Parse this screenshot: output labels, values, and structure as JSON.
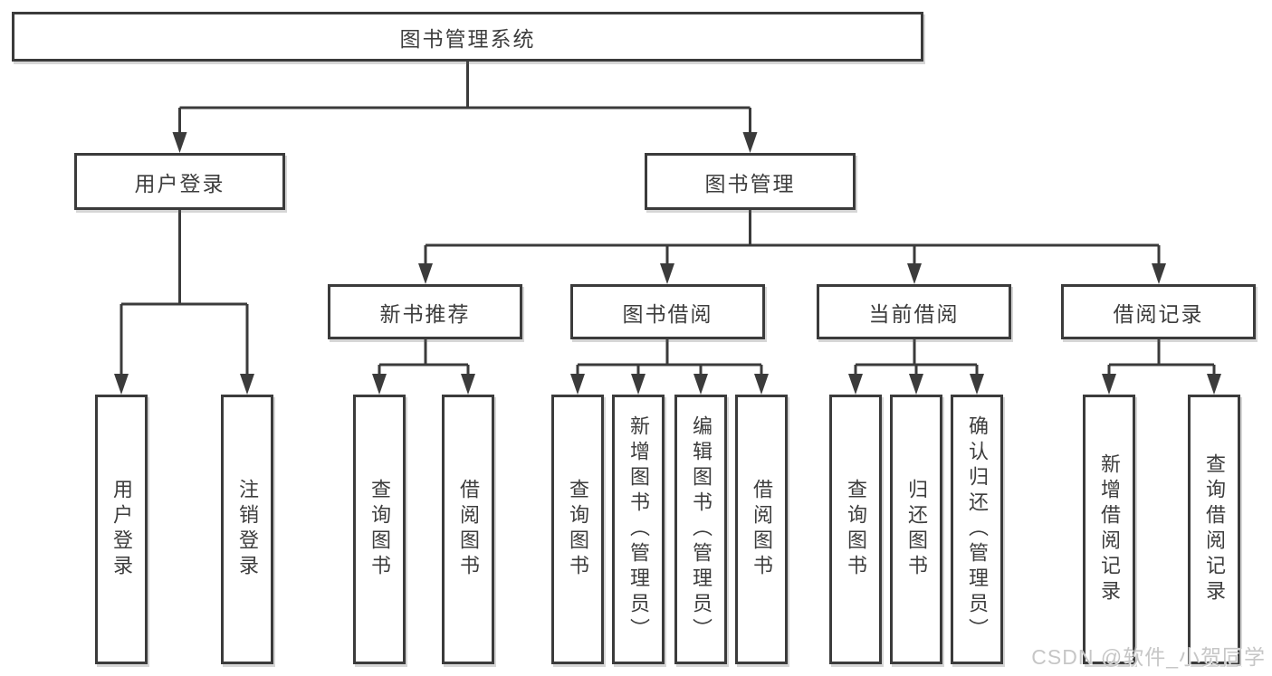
{
  "diagram": {
    "root": {
      "label": "图书管理系统",
      "children": [
        {
          "label": "用户登录",
          "children": [
            {
              "label": "用户登录"
            },
            {
              "label": "注销登录"
            }
          ]
        },
        {
          "label": "图书管理",
          "children": [
            {
              "label": "新书推荐",
              "children": [
                {
                  "label": "查询图书"
                },
                {
                  "label": "借阅图书"
                }
              ]
            },
            {
              "label": "图书借阅",
              "children": [
                {
                  "label": "查询图书"
                },
                {
                  "label": "新增图书（管理员）"
                },
                {
                  "label": "编辑图书（管理员）"
                },
                {
                  "label": "借阅图书"
                }
              ]
            },
            {
              "label": "当前借阅",
              "children": [
                {
                  "label": "查询图书"
                },
                {
                  "label": "归还图书"
                },
                {
                  "label": "确认归还（管理员）"
                }
              ]
            },
            {
              "label": "借阅记录",
              "children": [
                {
                  "label": "新增借阅记录"
                },
                {
                  "label": "查询借阅记录"
                }
              ]
            }
          ]
        }
      ]
    },
    "watermark": "CSDN @软件_小贺同学",
    "colors": {
      "line": "#3b3b3b",
      "text": "#3d3d3d",
      "watermark": "#c6c6c6",
      "background": "#ffffff"
    }
  }
}
